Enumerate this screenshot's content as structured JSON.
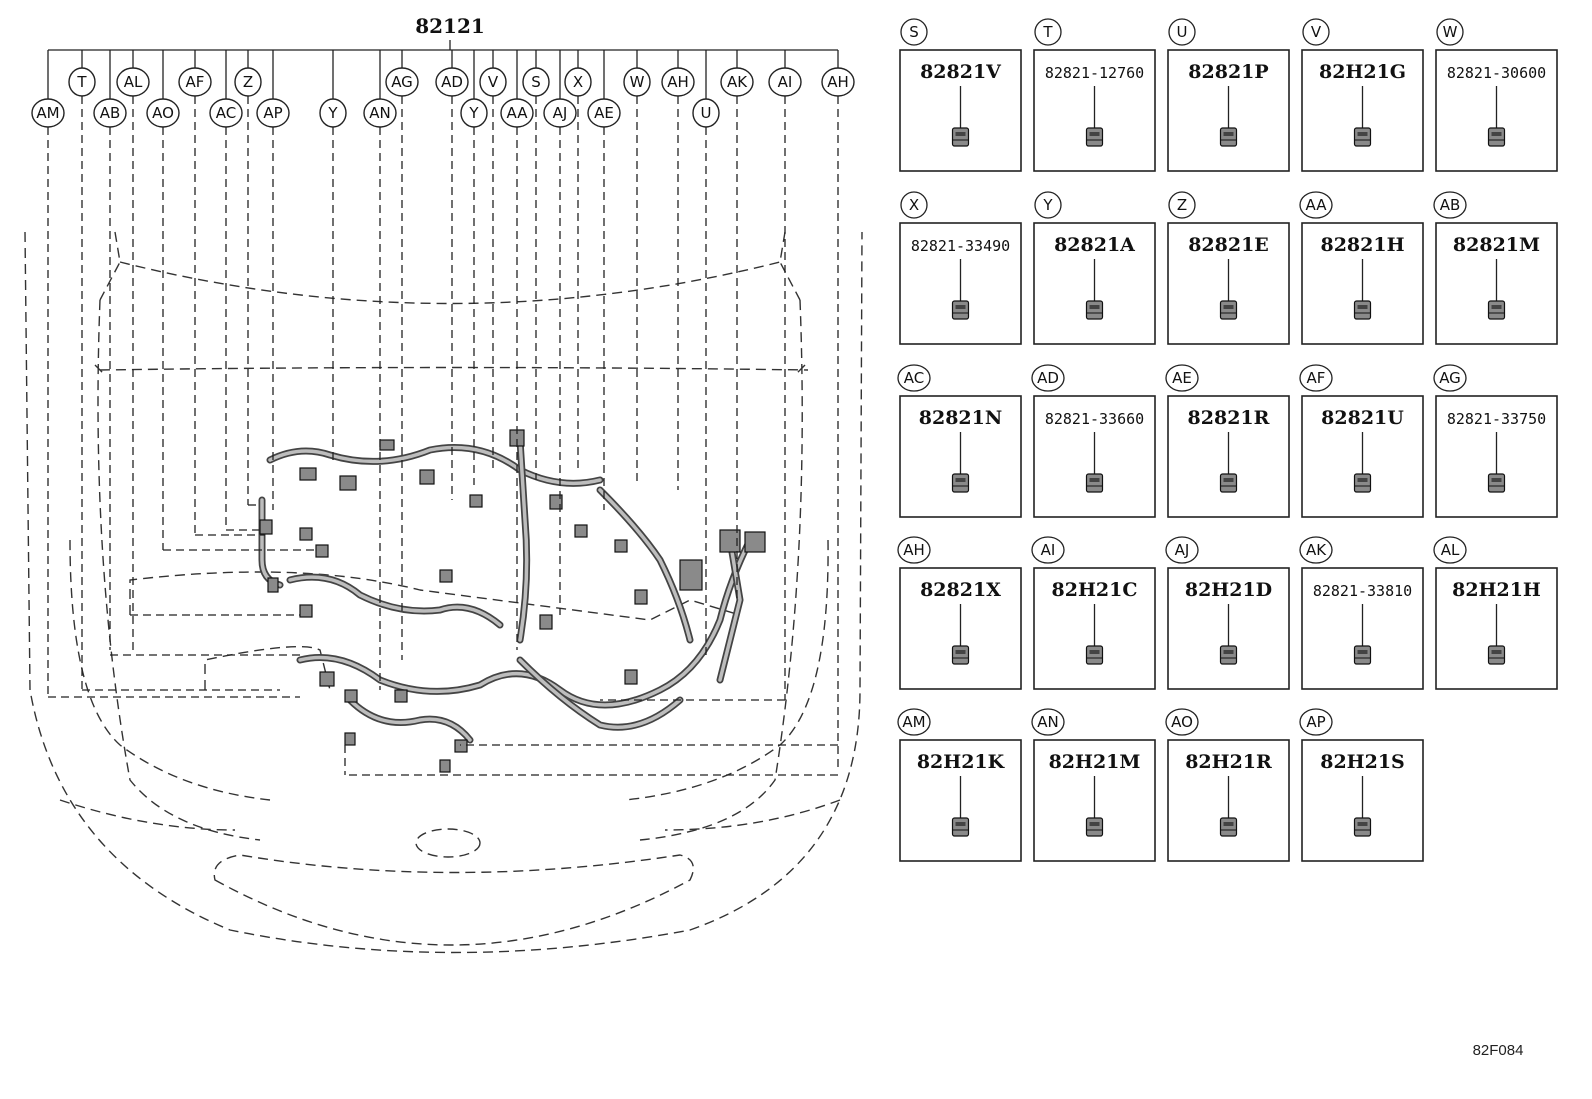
{
  "main_part_number": "82121",
  "figure_code": "82F084",
  "callouts_row1": [
    "T",
    "AL",
    "AF",
    "Z",
    "AG",
    "AD",
    "V",
    "S",
    "X",
    "W",
    "AH",
    "AK",
    "AI",
    "AH"
  ],
  "callouts_row2": [
    "AM",
    "AB",
    "AO",
    "AC",
    "AP",
    "Y",
    "AN",
    "Y",
    "AA",
    "AJ",
    "AE",
    "U"
  ],
  "parts": [
    {
      "label": "S",
      "pn": "82821V"
    },
    {
      "label": "T",
      "pn": "82821-12760"
    },
    {
      "label": "U",
      "pn": "82821P"
    },
    {
      "label": "V",
      "pn": "82H21G"
    },
    {
      "label": "W",
      "pn": "82821-30600"
    },
    {
      "label": "X",
      "pn": "82821-33490"
    },
    {
      "label": "Y",
      "pn": "82821A"
    },
    {
      "label": "Z",
      "pn": "82821E"
    },
    {
      "label": "AA",
      "pn": "82821H"
    },
    {
      "label": "AB",
      "pn": "82821M"
    },
    {
      "label": "AC",
      "pn": "82821N"
    },
    {
      "label": "AD",
      "pn": "82821-33660"
    },
    {
      "label": "AE",
      "pn": "82821R"
    },
    {
      "label": "AF",
      "pn": "82821U"
    },
    {
      "label": "AG",
      "pn": "82821-33750"
    },
    {
      "label": "AH",
      "pn": "82821X"
    },
    {
      "label": "AI",
      "pn": "82H21C"
    },
    {
      "label": "AJ",
      "pn": "82H21D"
    },
    {
      "label": "AK",
      "pn": "82821-33810"
    },
    {
      "label": "AL",
      "pn": "82H21H"
    },
    {
      "label": "AM",
      "pn": "82H21K"
    },
    {
      "label": "AN",
      "pn": "82H21M"
    },
    {
      "label": "AO",
      "pn": "82H21R"
    },
    {
      "label": "AP",
      "pn": "82H21S"
    }
  ]
}
